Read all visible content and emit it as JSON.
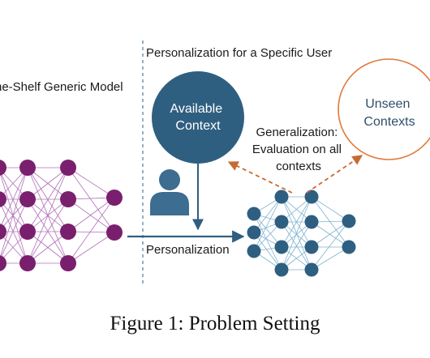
{
  "texts": {
    "generic_model_label": "ne-Shelf Generic Model",
    "personalization_header": "Personalization for a Specific User",
    "available_context": [
      "Available",
      "Context"
    ],
    "unseen_contexts": [
      "Unseen",
      "Contexts"
    ],
    "generalization": [
      "Generalization:",
      "Evaluation on all",
      "contexts"
    ],
    "personalization_label": "Personalization",
    "caption": "Figure 1: Problem Setting"
  },
  "colors": {
    "generic_node": "#7a1f6e",
    "generic_edge": "#b070b8",
    "personal_node": "#2f5f80",
    "personal_edge": "#7fb3cf",
    "available_fill": "#2f5f80",
    "available_text": "#ffffff",
    "unseen_stroke": "#e07a3c",
    "unseen_text": "#2f4f6b",
    "user_icon": "#3d6d90",
    "dashed_divider": "#5a86a8",
    "arrow_blue": "#2f5f80",
    "arrow_orange": "#c76a33"
  },
  "icons": {
    "user": "user-icon"
  }
}
